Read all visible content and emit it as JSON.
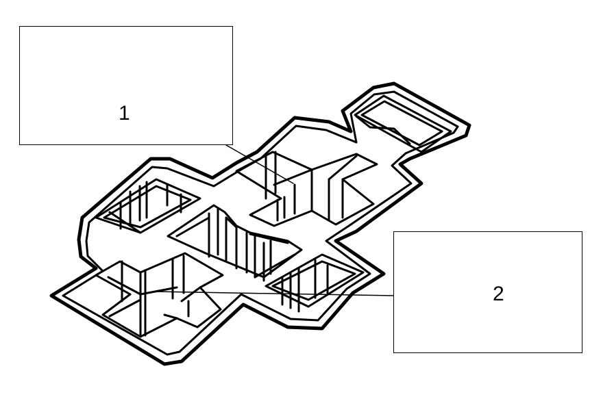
{
  "colors": {
    "ink": "#000000",
    "background": "#ffffff"
  },
  "callouts": [
    {
      "label": "1",
      "target": "upper-cavity"
    },
    {
      "label": "2",
      "target": "lower-left-cavity"
    }
  ]
}
